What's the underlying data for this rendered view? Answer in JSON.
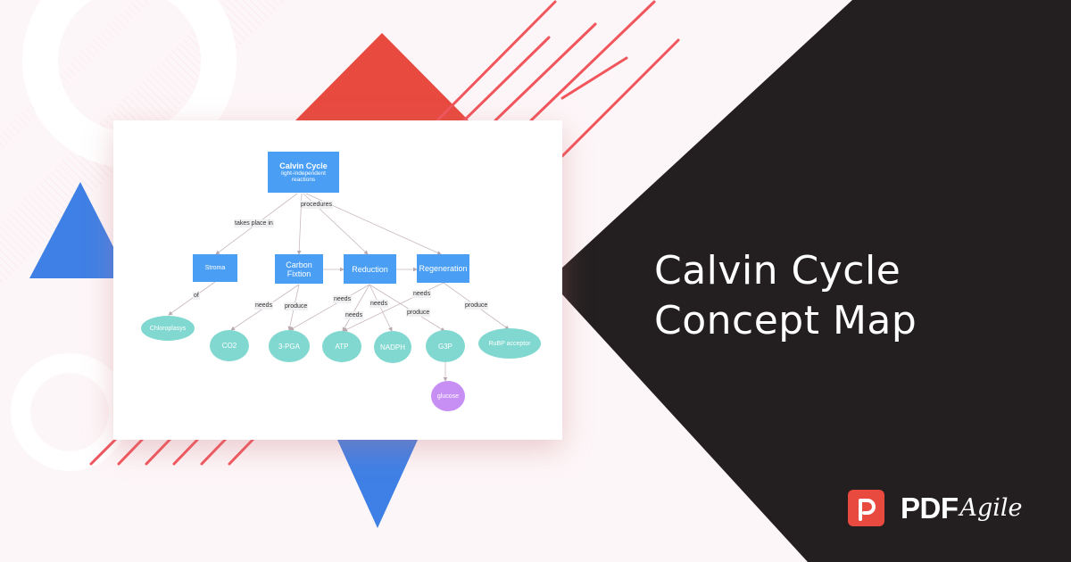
{
  "banner": {
    "title_line1": "Calvin Cycle",
    "title_line2": "Concept Map",
    "brand": {
      "mark_icon": "pdf-agile-logo-icon",
      "name_bold": "PDF",
      "name_script": "Agile"
    },
    "colors": {
      "background": "#fdf6f8",
      "dark_panel": "#231f20",
      "accent_red": "#e84a3f",
      "stripe_red": "#f0565c",
      "accent_blue": "#3f80e6",
      "node_blue": "#4a9ff5",
      "node_teal": "#81d8d0",
      "node_purple": "#c78ef4"
    }
  },
  "diagram": {
    "root": {
      "title": "Calvin Cycle",
      "subtitle_line1": "light-independent",
      "subtitle_line2": "reactions"
    },
    "stages": [
      {
        "id": "stroma",
        "label": "Stroma"
      },
      {
        "id": "carbon",
        "label_line1": "Carbon",
        "label_line2": "Fixtion"
      },
      {
        "id": "reduction",
        "label": "Reduction"
      },
      {
        "id": "regeneration",
        "label": "Regeneration"
      }
    ],
    "leaves": [
      {
        "id": "chloroplasys",
        "label": "Chloroplasys"
      },
      {
        "id": "co2",
        "label": "CO2"
      },
      {
        "id": "pga",
        "label": "3-PGA"
      },
      {
        "id": "atp",
        "label": "ATP"
      },
      {
        "id": "nadph",
        "label": "NADPH"
      },
      {
        "id": "g3p",
        "label": "G3P"
      },
      {
        "id": "rubp",
        "label": "RuBP acceptor"
      },
      {
        "id": "glucose",
        "label": "glucose"
      }
    ],
    "edge_labels": {
      "takes_place_in": "takes place in",
      "procedures": "procedures",
      "of": "of",
      "needs": "needs",
      "produce": "produce"
    }
  }
}
